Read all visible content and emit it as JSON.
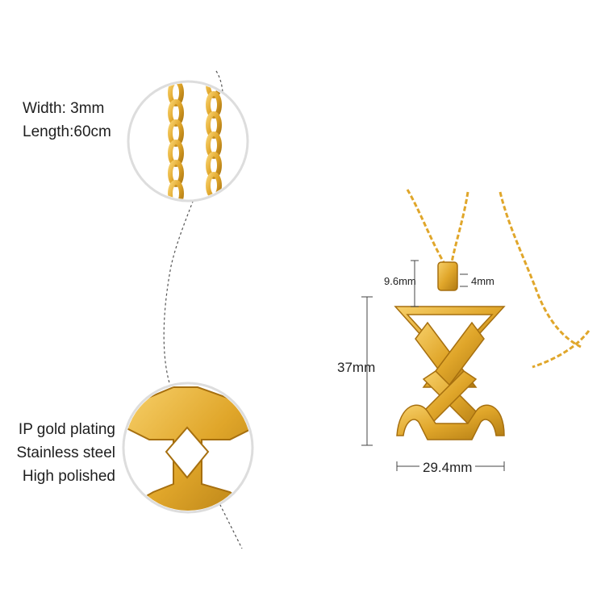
{
  "chain_specs": {
    "width": "Width: 3mm",
    "length": "Length:60cm"
  },
  "material_specs": {
    "plating": "IP gold plating",
    "material": "Stainless steel",
    "finish": "High polished"
  },
  "dimensions": {
    "bail_height": "9.6mm",
    "bail_width": "4mm",
    "pendant_height": "37mm",
    "pendant_width": "29.4mm"
  },
  "colors": {
    "gold": "#e0a62a",
    "gold_dark": "#b07a12",
    "gold_light": "#f7d06a"
  }
}
